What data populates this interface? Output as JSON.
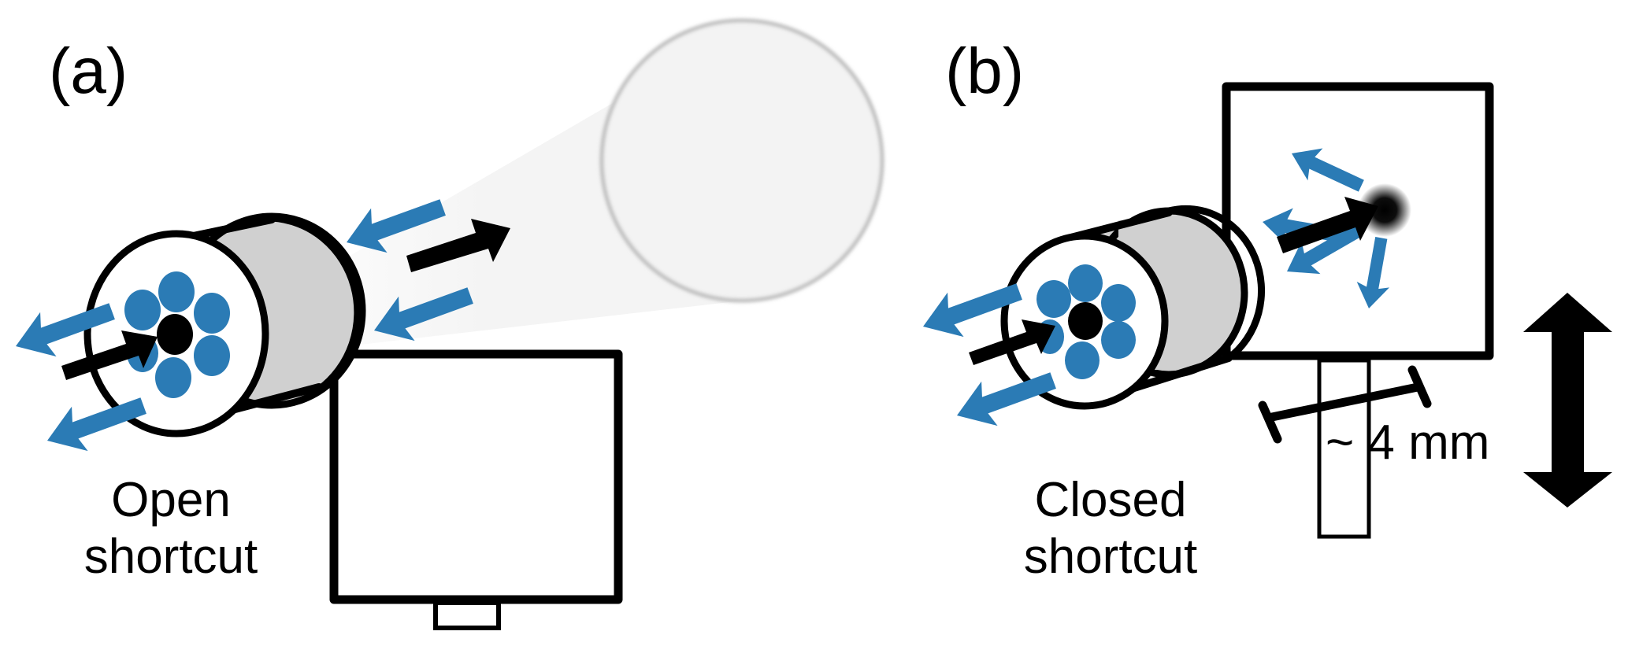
{
  "figure": {
    "panels": [
      {
        "id": "a",
        "label": "(a)",
        "caption_line1": "Open",
        "caption_line2": "shortcut"
      },
      {
        "id": "b",
        "label": "(b)",
        "caption_line1": "Closed",
        "caption_line2": "shortcut",
        "scale_text": "~ 4 mm"
      }
    ],
    "colors": {
      "blue": "#2B7BB5",
      "black": "#000000",
      "cylinder_gray": "#D0D0D0",
      "beam_gray": "#F3F3F3",
      "magnifier_edge": "#BDBDBD"
    }
  }
}
